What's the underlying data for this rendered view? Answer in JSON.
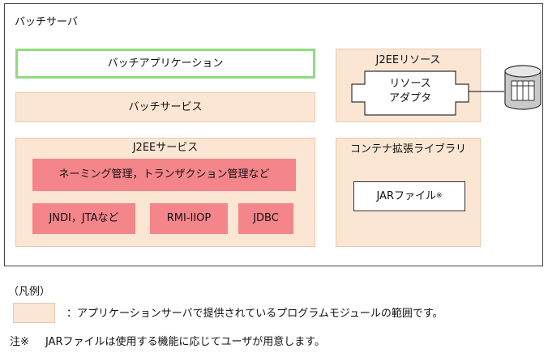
{
  "outer_title": "バッチサーバ",
  "batch_app": "バッチアプリケーション",
  "batch_service": "バッチサービス",
  "j2ee_service": {
    "title": "J2EEサービス",
    "naming": "ネーミング管理，トランザクション管理など",
    "jndi": "JNDI，JTAなど",
    "rmi": "RMI-IIOP",
    "jdbc": "JDBC"
  },
  "j2ee_resource": {
    "title": "J2EEリソース",
    "adapter_line1": "リソース",
    "adapter_line2": "アダプタ"
  },
  "container_ext": {
    "title": "コンテナ拡張ライブラリ",
    "jar": "JARファイル",
    "jar_mark": "※"
  },
  "legend": {
    "title": "（凡例）",
    "desc": "：アプリケーションサーバで提供されているプログラムモジュールの範囲です。"
  },
  "note": {
    "prefix": "注※",
    "text": "JARファイルは使用する機能に応じてユーザが用意します。"
  },
  "colors": {
    "module_fill": "#fbe6d4",
    "highlight_fill": "#f4858a",
    "app_border": "#8fdc7f"
  }
}
